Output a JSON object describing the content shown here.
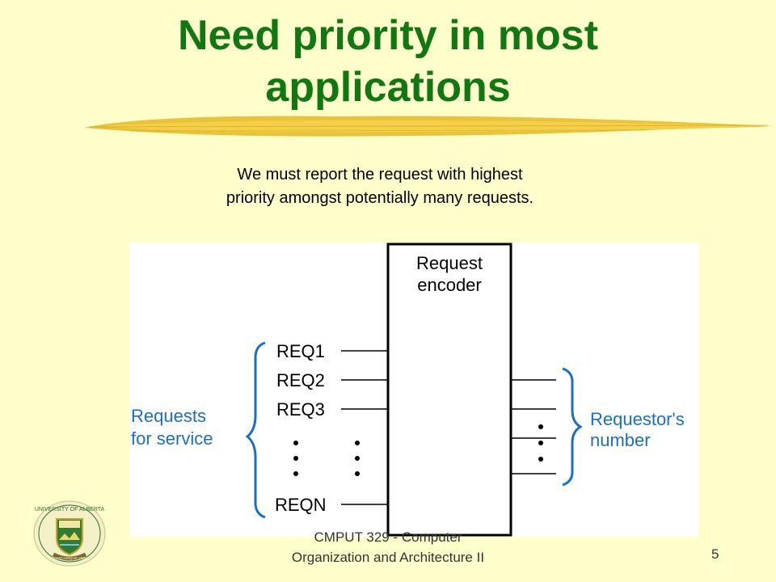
{
  "title": {
    "line1": "Need priority in most",
    "line2": "applications"
  },
  "subtitle": {
    "line1": "We must report the request with highest",
    "line2": "priority amongst potentially many requests."
  },
  "diagram": {
    "box_label_line1": "Request",
    "box_label_line2": "encoder",
    "inputs": [
      "REQ1",
      "REQ2",
      "REQ3",
      "REQN"
    ],
    "left_label_line1": "Requests",
    "left_label_line2": "for service",
    "right_label_line1": "Requestor's",
    "right_label_line2": "number",
    "label_color": "#1a6fc4"
  },
  "footer": {
    "line1": "CMPUT 329 - Computer",
    "line2": "Organization and Architecture II",
    "page": "5"
  },
  "logo": {
    "top_text": "UNIVERSITY OF ALBERTA",
    "motto": "QUAECUMQUE VERA"
  },
  "colors": {
    "background": "#ffffcc",
    "title": "#117711",
    "brush": "#e8b820"
  }
}
